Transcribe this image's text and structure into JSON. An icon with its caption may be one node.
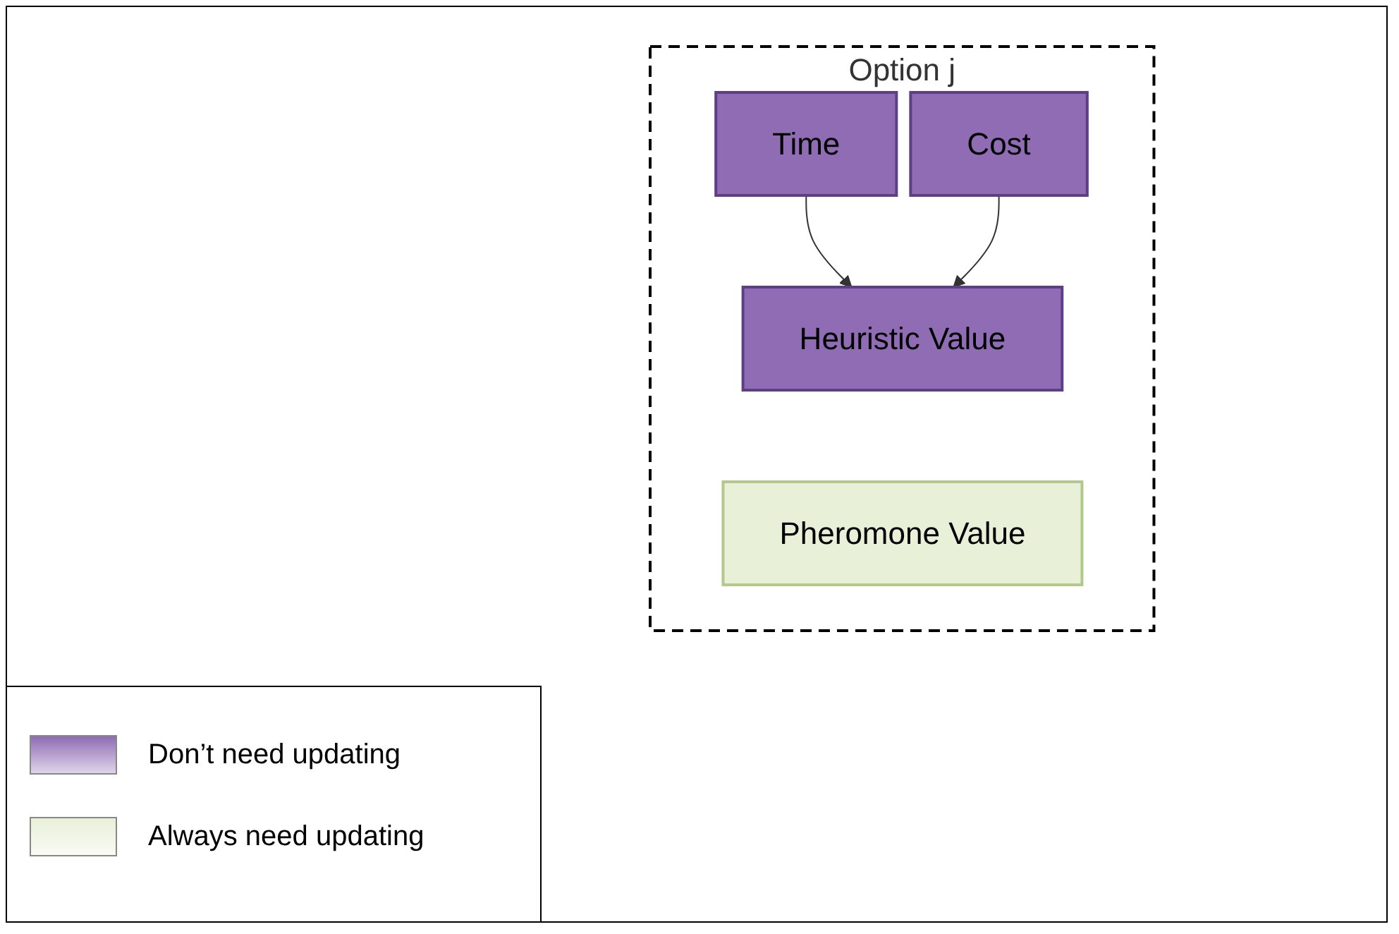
{
  "diagram": {
    "nodes": [
      {
        "text": [
          "Option j"
        ]
      },
      {
        "text": [
          "Time"
        ],
        "in": 0
      },
      {
        "text": [
          "Cost"
        ],
        "in": 0
      },
      {
        "text": [
          "Heuristic Value"
        ],
        "in": 0
      },
      {
        "text": [
          "Pheromone Value"
        ],
        "in": 0
      }
    ],
    "edges": [
      {
        "from": 1,
        "to": 3,
        "arrow": "to"
      },
      {
        "from": 2,
        "to": 3,
        "arrow": "to"
      }
    ],
    "legend": [
      {
        "text": "Don’t need updating",
        "color": "#8f6cb4"
      },
      {
        "text": "Always need updating",
        "color": "#e8f0d8"
      }
    ]
  }
}
